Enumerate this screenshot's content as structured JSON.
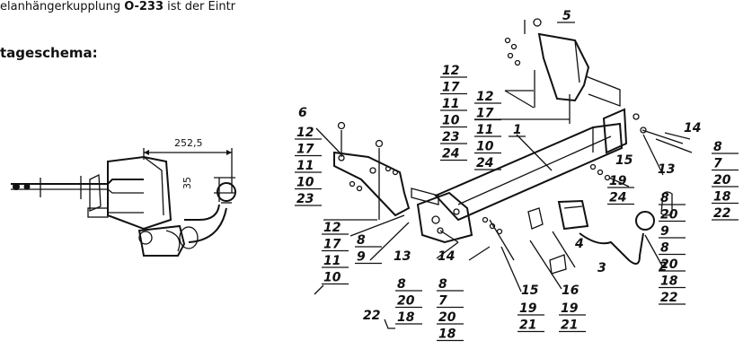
{
  "intro": {
    "text_before": "elanhängerkupplung ",
    "model": "O-233",
    "text_after": " ist der Eintr"
  },
  "heading": "tageschema:",
  "dimensions": {
    "width": "252,5",
    "offset": "35"
  },
  "part_labels": {
    "p1": "1",
    "p2": "2",
    "p3": "3",
    "p4": "4",
    "p5": "5",
    "p6": "6",
    "p13": "13",
    "p14": "14",
    "p15": "15",
    "p16": "16",
    "p22": "22"
  },
  "stacks": [
    [
      "12",
      "17",
      "11",
      "10",
      "23"
    ],
    [
      "12",
      "17",
      "11",
      "10",
      "23",
      "24"
    ],
    [
      "12",
      "17",
      "11",
      "10",
      "24"
    ],
    [
      "8",
      "9"
    ],
    [
      "12",
      "17",
      "11",
      "10"
    ],
    [
      "8",
      "20",
      "18"
    ],
    [
      "8",
      "7",
      "20",
      "18"
    ],
    [
      "8",
      "20",
      "9",
      "8",
      "20",
      "18",
      "22"
    ],
    [
      "8",
      "7",
      "20",
      "18",
      "22"
    ],
    [
      "19",
      "21"
    ],
    [
      "19",
      "21"
    ],
    [
      "19",
      "24"
    ]
  ]
}
